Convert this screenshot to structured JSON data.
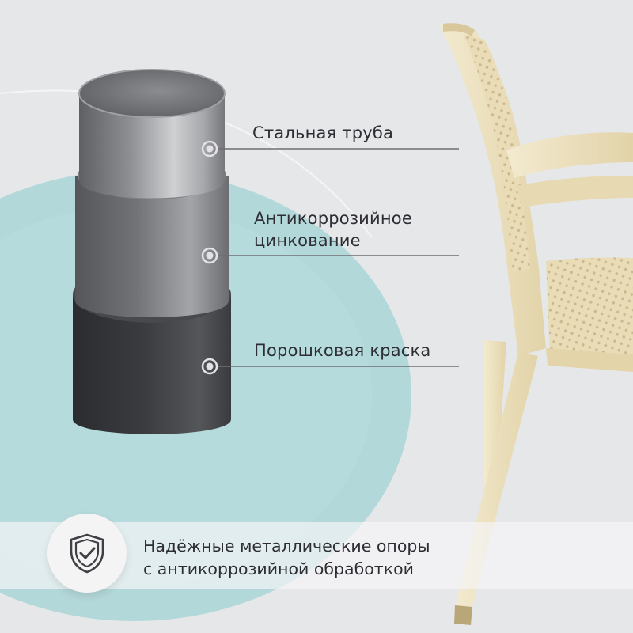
{
  "layers": [
    {
      "id": "steel",
      "lines": [
        "Стальная труба"
      ]
    },
    {
      "id": "zinc",
      "lines": [
        "Антикоррозийное",
        "цинкование"
      ]
    },
    {
      "id": "paint",
      "lines": [
        "Порошковая краска"
      ]
    }
  ],
  "footer": {
    "lines": [
      "Надёжные металлические опоры",
      "с антикоррозийной обработкой"
    ],
    "icon": "shield-check-icon"
  },
  "colors": {
    "background": "#e6e7e9",
    "teal": "#a9d5d6",
    "chair": "#efe4c4",
    "paint_layer": "#3a3b3f",
    "text": "#2d2d33"
  }
}
